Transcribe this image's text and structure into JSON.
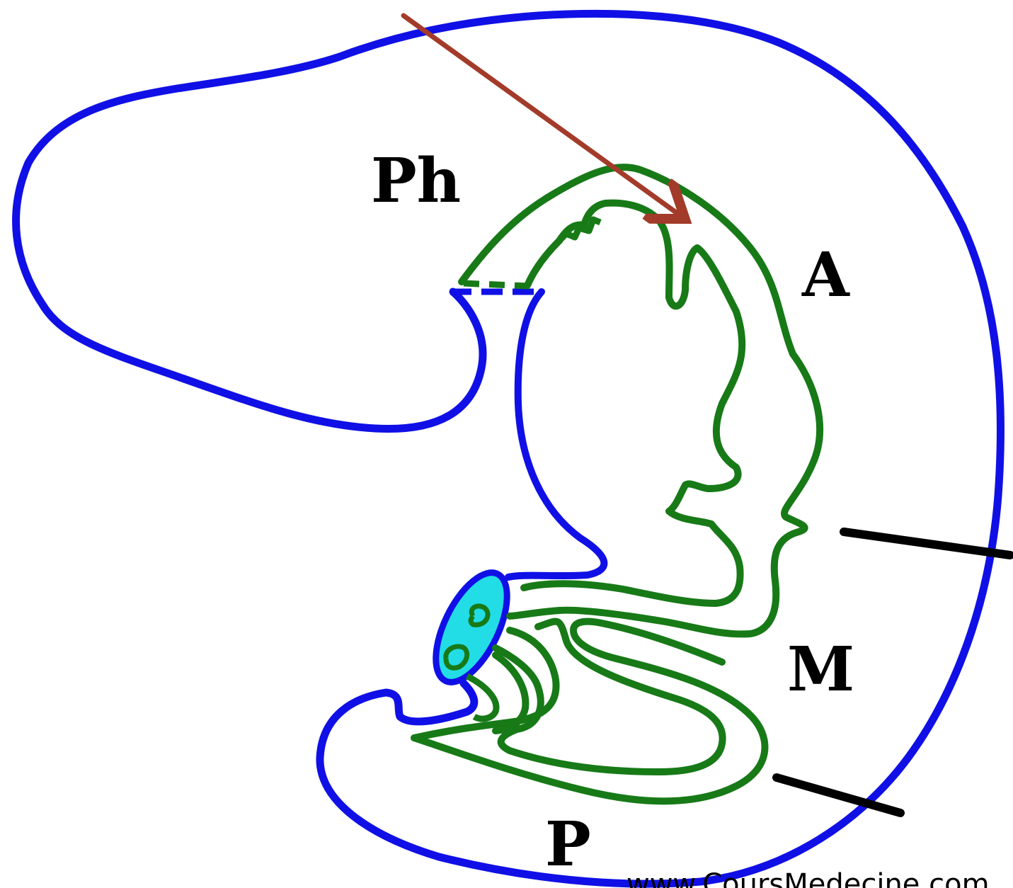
{
  "labels": {
    "ph": "Ph",
    "a": "A",
    "m": "M",
    "p": "P"
  },
  "watermark": "www.CoursMedecine.com",
  "colors": {
    "outline": "#1010e6",
    "inner": "#177a17",
    "arrow": "#a33b2a",
    "fill": "#22dde6",
    "divider": "#000000"
  }
}
